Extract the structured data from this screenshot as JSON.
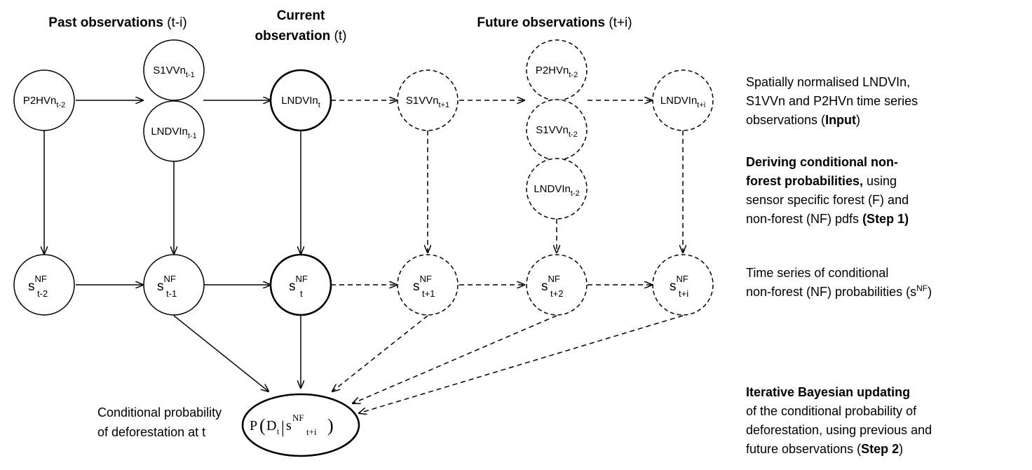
{
  "headers": {
    "past": {
      "bold": "Past observations",
      "suffix": " (t-i)"
    },
    "current": {
      "line1": "Current",
      "line2_bold": "observation",
      "line2_suffix": " (t)"
    },
    "future": {
      "bold": "Future observations",
      "suffix": " (t+i)"
    }
  },
  "nodes": {
    "p2hv_past": {
      "base": "P2HVn",
      "sub": "t-2"
    },
    "s1vv_past": {
      "base": "S1VVn",
      "sub": "t-1"
    },
    "lndvi_past": {
      "base": "LNDVIn",
      "sub": "t-1"
    },
    "lndvi_current": {
      "base": "LNDVIn",
      "sub": "t"
    },
    "s1vv_future": {
      "base": "S1VVn",
      "sub": "t+1"
    },
    "p2hv_future": {
      "base": "P2HVn",
      "sub": "t-2"
    },
    "s1vv_future2": {
      "base": "S1VVn",
      "sub": "t-2"
    },
    "lndvi_future2": {
      "base": "LNDVIn",
      "sub": "t-2"
    },
    "lndvi_future": {
      "base": "LNDVIn",
      "sub": "t+i"
    }
  },
  "s_nodes": [
    {
      "base": "s",
      "sup": "NF",
      "sub": "t-2"
    },
    {
      "base": "s",
      "sup": "NF",
      "sub": "t-1"
    },
    {
      "base": "s",
      "sup": "NF",
      "sub": "t"
    },
    {
      "base": "s",
      "sup": "NF",
      "sub": "t+1"
    },
    {
      "base": "s",
      "sup": "NF",
      "sub": "t+2"
    },
    {
      "base": "s",
      "sup": "NF",
      "sub": "t+i"
    }
  ],
  "final": {
    "P": "P",
    "D": "D",
    "D_sub": "t",
    "s": "s",
    "s_sup": "NF",
    "s_sub": "t+i",
    "label_line1": "Conditional probability",
    "label_line2": "of deforestation at t"
  },
  "descriptions": {
    "input": {
      "line1": "Spatially normalised LNDVIn,",
      "line2": "S1VVn and P2HVn time series",
      "line3_pre": "observations (",
      "line3_bold": "Input",
      "line3_post": ")"
    },
    "step1": {
      "line1_bold": "Deriving conditional non-",
      "line2_bold": "forest probabilities,",
      "line2_post": " using",
      "line3": "sensor specific forest (F) and",
      "line4_pre": "non-forest (NF) pdfs ",
      "line4_bold": "(Step 1)"
    },
    "series": {
      "line1": "Time series of conditional",
      "line2_pre": "non-forest (NF) probabilities (s",
      "line2_sup": "NF",
      "line2_post": ")"
    },
    "step2": {
      "line1_bold": "Iterative Bayesian updating",
      "line2": "of the conditional probability of",
      "line3": "deforestation, using previous and",
      "line4_pre": "future observations (",
      "line4_bold": "Step 2",
      "line4_post": ")"
    }
  }
}
